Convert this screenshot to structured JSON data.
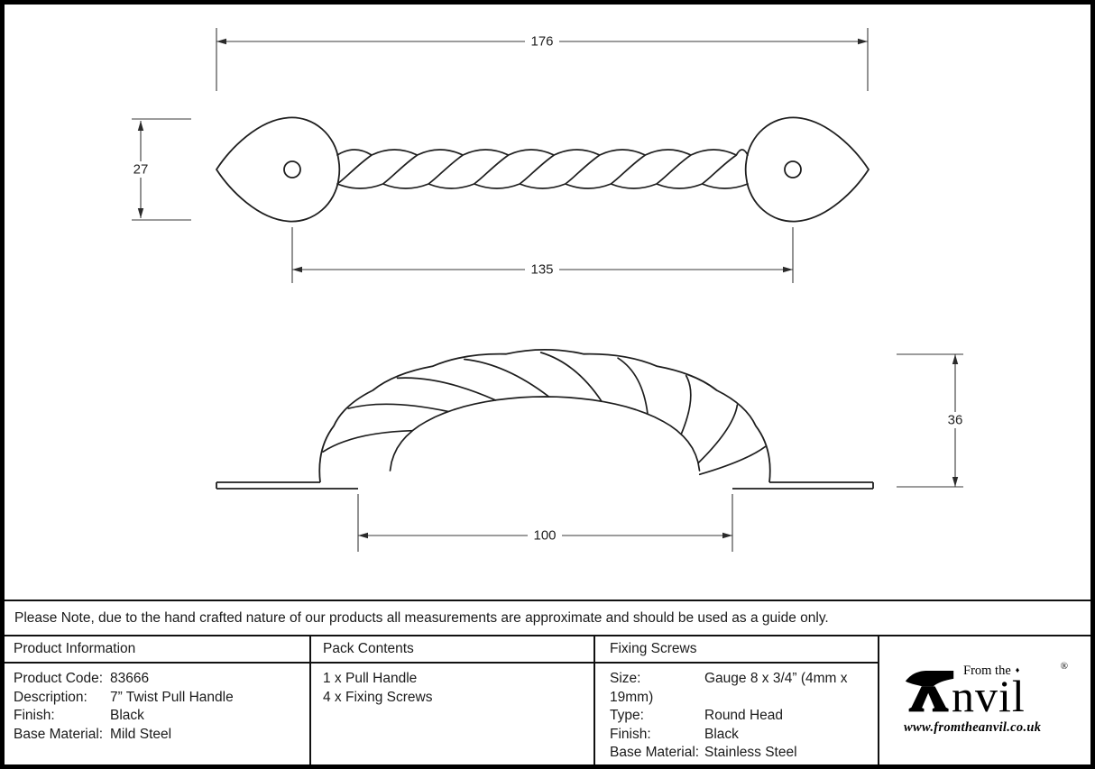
{
  "note": {
    "text": "Please Note, due to the hand crafted nature of our products all measurements are approximate and should be used as a guide only."
  },
  "dimensions": {
    "overall_length": "176",
    "plate_width": "27",
    "hole_centres": "135",
    "fixing_centres": "100",
    "projection": "36"
  },
  "table": {
    "product_information": {
      "header": "Product Information",
      "rows": [
        {
          "label": "Product Code:",
          "value": "83666"
        },
        {
          "label": "Description:",
          "value": "7” Twist Pull Handle"
        },
        {
          "label": "Finish:",
          "value": "Black"
        },
        {
          "label": "Base Material:",
          "value": "Mild Steel"
        }
      ]
    },
    "pack_contents": {
      "header": "Pack Contents",
      "items": [
        "1 x Pull Handle",
        "4 x Fixing Screws"
      ]
    },
    "fixing_screws": {
      "header": "Fixing Screws",
      "rows": [
        {
          "label": "Size:",
          "value": "Gauge 8 x 3/4” (4mm x 19mm)"
        },
        {
          "label": "Type:",
          "value": "Round Head"
        },
        {
          "label": "Finish:",
          "value": "Black"
        },
        {
          "label": "Base Material:",
          "value": "Stainless Steel"
        }
      ]
    }
  },
  "logo": {
    "prefix": "From the",
    "diamond": "♦",
    "wordmark_rest": "nvil",
    "registered": "®",
    "website": "www.fromtheanvil.co.uk"
  }
}
